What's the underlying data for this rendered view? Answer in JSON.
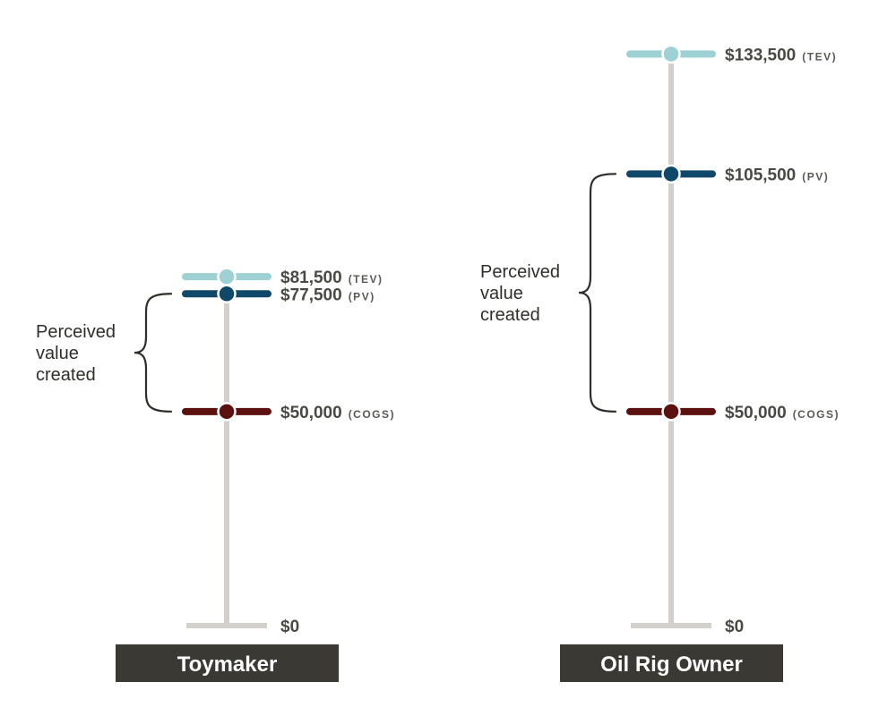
{
  "colors": {
    "pole": "#d3cfca",
    "tev": "#9dd1d3",
    "pv": "#0f4868",
    "cogs": "#5c1010",
    "title_bg": "#3a3934",
    "label": "#4a4a44",
    "brace": "#2e2e2a"
  },
  "chart_data": [
    {
      "type": "diagram",
      "name": "Toymaker",
      "title": "Toymaker",
      "ylim": [
        0,
        134000
      ],
      "baseline_label": "$0",
      "markers": [
        {
          "key": "tev",
          "amount": 81500,
          "value_text": "$81,500",
          "tag": "(TEV)"
        },
        {
          "key": "pv",
          "amount": 77500,
          "value_text": "$77,500",
          "tag": "(PV)"
        },
        {
          "key": "cogs",
          "amount": 50000,
          "value_text": "$50,000",
          "tag": "(COGS)"
        }
      ],
      "annotation": {
        "from": "pv",
        "to": "cogs",
        "lines": [
          "Perceived",
          "value",
          "created"
        ]
      }
    },
    {
      "type": "diagram",
      "name": "Oil Rig Owner",
      "title": "Oil Rig Owner",
      "ylim": [
        0,
        134000
      ],
      "baseline_label": "$0",
      "markers": [
        {
          "key": "tev",
          "amount": 133500,
          "value_text": "$133,500",
          "tag": "(TEV)"
        },
        {
          "key": "pv",
          "amount": 105500,
          "value_text": "$105,500",
          "tag": "(PV)"
        },
        {
          "key": "cogs",
          "amount": 50000,
          "value_text": "$50,000",
          "tag": "(COGS)"
        }
      ],
      "annotation": {
        "from": "pv",
        "to": "cogs",
        "lines": [
          "Perceived",
          "value",
          "created"
        ]
      }
    }
  ]
}
